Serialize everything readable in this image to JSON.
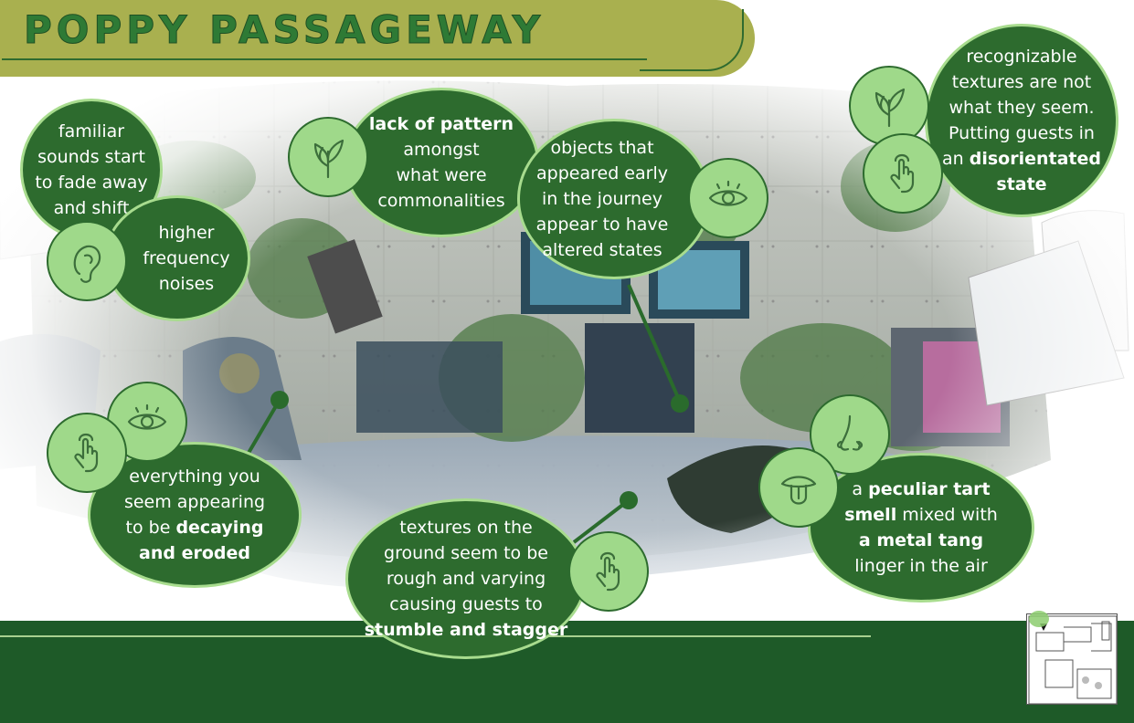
{
  "title": "POPPY PASSAGEWAY",
  "colors": {
    "banner": "#a9b04f",
    "title": "#2e7a35",
    "bubble_fill": "#2d6b2e",
    "bubble_border": "#a8dc8e",
    "icon_fill": "#9fd98a",
    "footer": "#1e5a28"
  },
  "callouts": {
    "sounds": {
      "lines": [
        "familiar",
        "sounds start",
        "to fade away",
        "and shift"
      ]
    },
    "frequency": {
      "lines": [
        "higher",
        "frequency",
        "noises"
      ]
    },
    "pattern": {
      "bold": "lack of pattern",
      "lines": [
        "amongst",
        "what were",
        "commonalities"
      ]
    },
    "objects": {
      "lines": [
        "objects that",
        "appeared early",
        "in the journey",
        "appear to have",
        "altered states"
      ]
    },
    "textures_seem": {
      "lines": [
        "recognizable",
        "textures are not",
        "what they seem.",
        "Putting guests in"
      ],
      "pre": "an ",
      "bold": "disorientated",
      "bold2": "state"
    },
    "decaying": {
      "lines": [
        "everything you",
        "seem appearing"
      ],
      "pre": "to be ",
      "bold": "decaying",
      "bold2": "and eroded"
    },
    "ground": {
      "lines": [
        "textures on the",
        "ground seem to  be",
        "rough and varying",
        "causing guests to"
      ],
      "bold": "stumble and stagger"
    },
    "smell": {
      "pre": "a ",
      "bold": "peculiar tart",
      "bold2": "smell",
      "post": " mixed with",
      "bold3": "a metal tang",
      "last": "linger in the air"
    }
  },
  "icons": [
    "ear-icon",
    "plant-icon",
    "eye-icon",
    "hand-touch-icon",
    "nose-icon",
    "tongue-icon"
  ]
}
